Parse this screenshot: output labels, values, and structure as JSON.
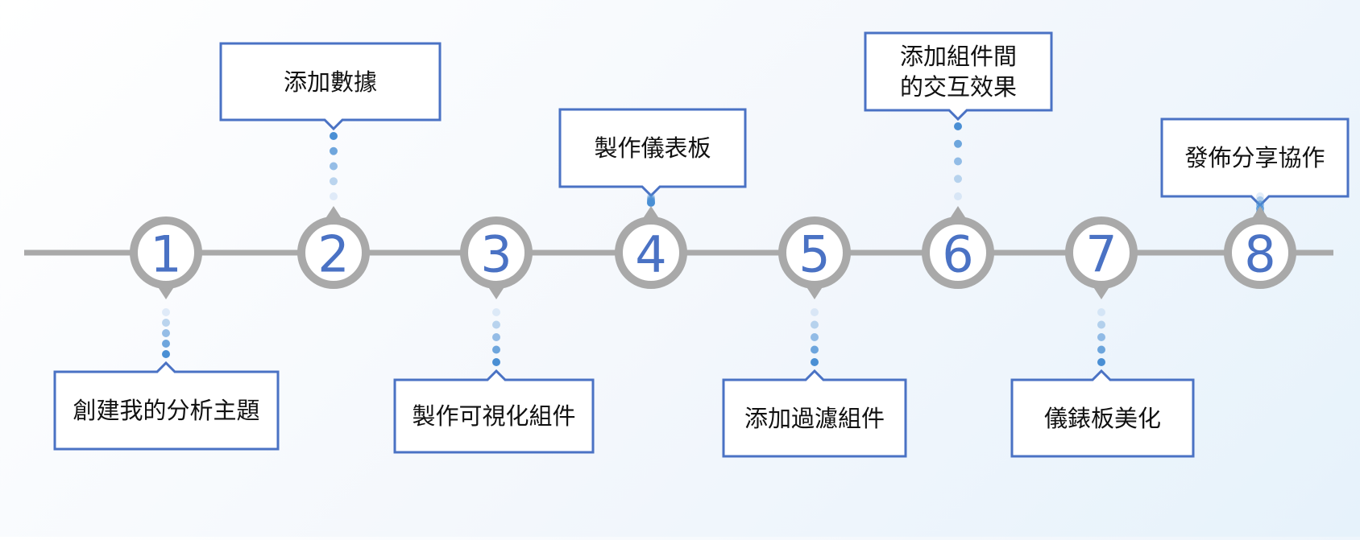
{
  "colors": {
    "box_border": "#4a72c4",
    "number": "#4a72c4",
    "ring": "#a9a9a9",
    "line": "#a9a9a9",
    "dots": "#4a8fd4"
  },
  "steps": [
    {
      "number": "1",
      "label": "創建我的分析主題"
    },
    {
      "number": "2",
      "label": "添加數據"
    },
    {
      "number": "3",
      "label": "製作可視化組件"
    },
    {
      "number": "4",
      "label": "製作儀表板"
    },
    {
      "number": "5",
      "label": "添加過濾組件"
    },
    {
      "number": "6",
      "label": "添加組件間\n的交互效果"
    },
    {
      "number": "7",
      "label": "儀錶板美化"
    },
    {
      "number": "8",
      "label": "發佈分享協作"
    }
  ]
}
